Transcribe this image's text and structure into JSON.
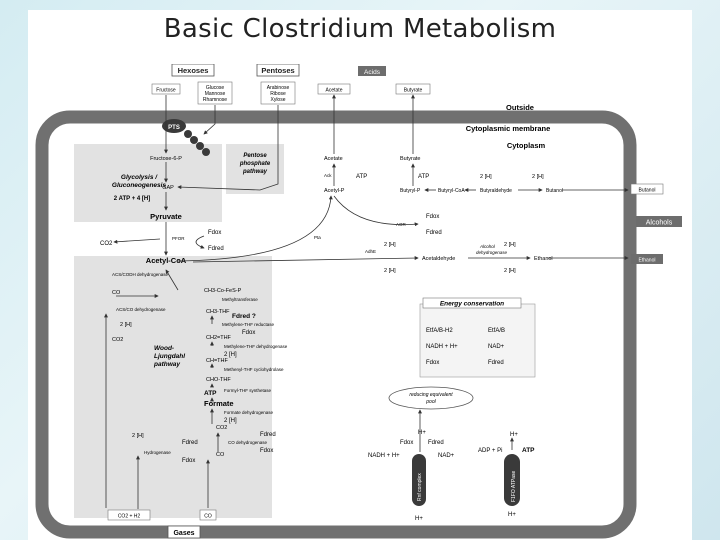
{
  "slide": {
    "title": "Basic Clostridium Metabolism"
  },
  "labels": {
    "hexoses": "Hexoses",
    "pentoses": "Pentoses",
    "acids": "Acids",
    "fructose": "Fructose",
    "glucose_mannose_rhamnose": [
      "Glucose",
      "Mannose",
      "Rhamnose"
    ],
    "arabinose_ribose_xylose": [
      "Arabinose",
      "Ribose",
      "Xylose"
    ],
    "acetate_ext": "Acetate",
    "butyrate_ext": "Butyrate",
    "outside": "Outside",
    "pts": "PTS",
    "cytoplasmic_membrane": "Cytoplasmic membrane",
    "cytoplasm": "Cytoplasm",
    "fructose_6p": "Fructose-6-P",
    "pentose_pathway": [
      "Pentose",
      "phosphate",
      "pathway"
    ],
    "glycolysis": [
      "Glycolysis /",
      "Gluconeogenesis"
    ],
    "gap": "GAP",
    "atp_yield": "2 ATP + 4 [H]",
    "pyruvate": "Pyruvate",
    "co2": "CO2",
    "pfor": "PFOR",
    "fdox": "Fdox",
    "fdred": "Fdred",
    "acetyl_coa": "Acetyl-CoA",
    "acetate_in": "Acetate",
    "ack": "Ack",
    "atp": "ATP",
    "acetyl_p": "Acetyl-P",
    "butyrate_in": "Butyrate",
    "two_h": "2 [H]",
    "butyryl_p": "Butyryl-P",
    "butyryl_coa": "Butyryl-CoA",
    "butyraldehyde": "Butyraldehyde",
    "butanol": "Butanol",
    "butanol_ext": "Butanol",
    "alcohols": "Alcohols",
    "ethanol_ext": "Ethanol",
    "aor": "AOR",
    "pta": "Pta",
    "adhe": "AdhE",
    "acetaldehyde": "Acetaldehyde",
    "alcohol_dh": [
      "Alcohol",
      "dehydrogenase"
    ],
    "ethanol": "Ethanol",
    "co_in": "CO",
    "acs_codh": "ACS/CODH dehydrogenase",
    "acs_codh2": "ACS/CO dehydrogenase",
    "ch3_cofesp": "CH3-Co-FeS-P",
    "methyltransferase": "Methyltransferase",
    "ch3_thf": "CH3-THF",
    "fdred_q": "Fdred ?",
    "methylene_reductase": "Methylene-THF reductase",
    "ch2_thf": "CH2=THF",
    "methylene_dh": "Methylene-THF dehydrogenase",
    "wood": [
      "Wood-",
      "Ljungdahl",
      "pathway"
    ],
    "two_h_b": "2 [H]",
    "two_h_c": "2 [H]",
    "ch_thf": "CH=THF",
    "methenyl": "Methenyl-THF cyclohydrolase",
    "cho_thf": "CHO-THF",
    "formyl_synth": "Formyl-THF synthetase",
    "formate": "Formate",
    "formate_dh": "Formate dehydrogenase",
    "two_h_d": "2 [H]",
    "co2_b": "CO2",
    "co_dh": "CO dehydrogenase",
    "hydrogenase": "Hydrogenase",
    "co_b": "CO",
    "energy_conservation": "Energy conservation",
    "etfab_h2": "EtfA/B-H2",
    "etfab": "EtfA/B",
    "nadh_h": "NADH + H+",
    "nad": "NAD+",
    "reducing_pool": [
      "reducing equivalent",
      "pool"
    ],
    "rnf": "Rnf complex",
    "atpase": "F1FO ATPase",
    "hplus": "H+",
    "adp_pi": "ADP + Pi",
    "gases": "Gases",
    "co2_h2": "CO2 + H2",
    "co_ext": "CO"
  },
  "colors": {
    "accent_dark": "#4a4a4a",
    "membrane": "#6f6f6f",
    "inner_box": "#e0e0e0",
    "arrow": "#333333"
  }
}
